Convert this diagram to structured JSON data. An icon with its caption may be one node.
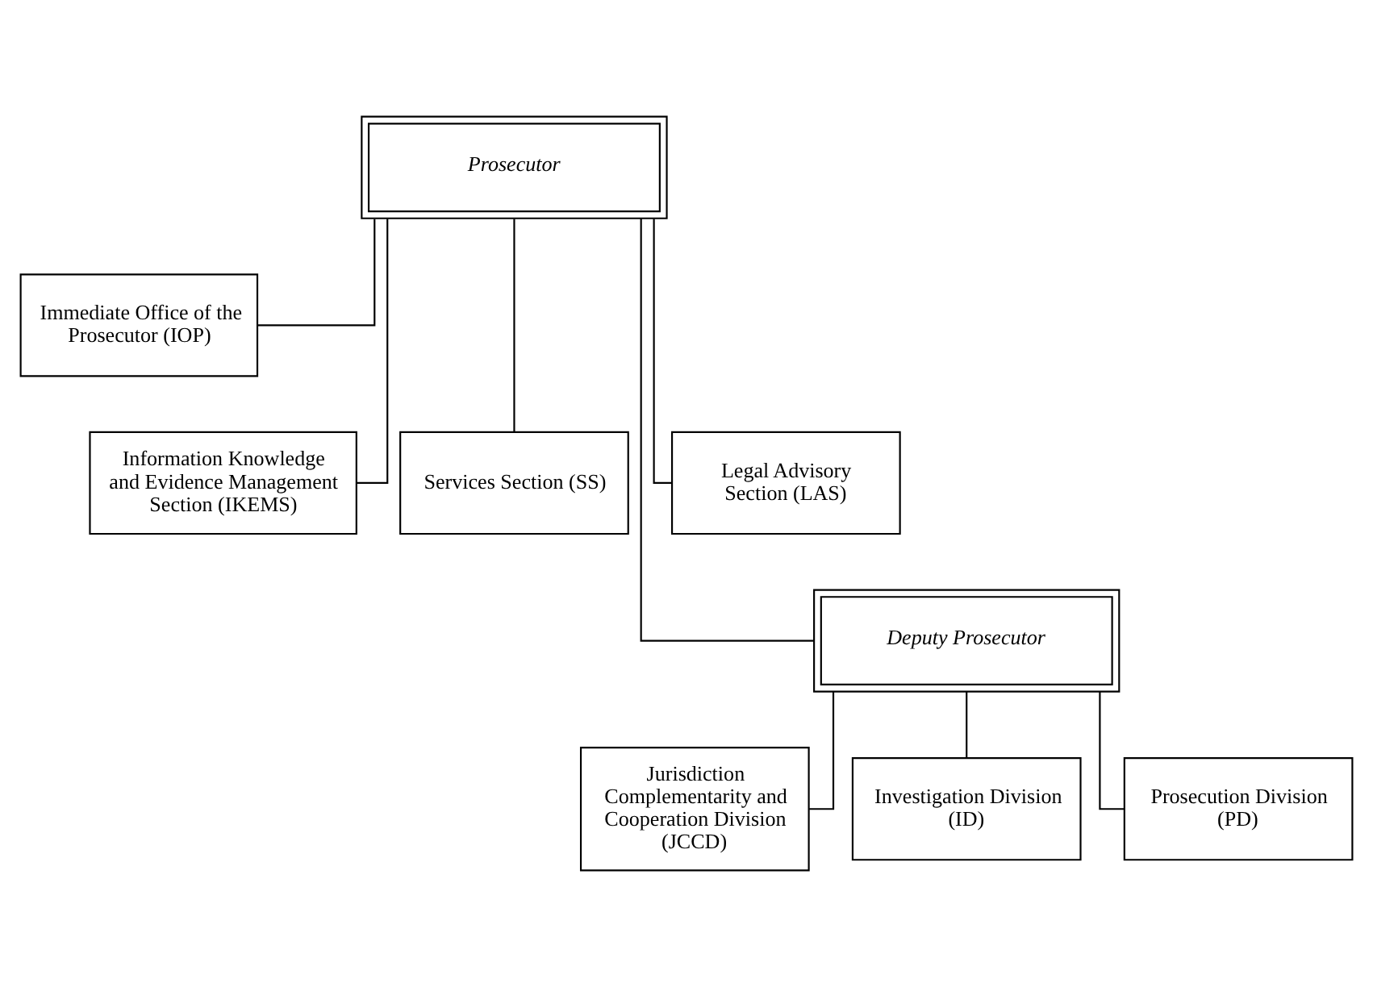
{
  "diagram": {
    "nodes": [
      {
        "text": [
          "Prosecutor"
        ]
      },
      {
        "text": [
          "Immediate Office of the Prosecutor (IOP)"
        ]
      },
      {
        "text": [
          "Information Knowledge and Evidence Management Section (IKEMS)"
        ]
      },
      {
        "text": [
          "Services Section (SS)"
        ]
      },
      {
        "text": [
          "Legal Advisory Section (LAS)"
        ]
      },
      {
        "text": [
          "Deputy Prosecutor"
        ]
      },
      {
        "text": [
          "Jurisdiction Complementarity and Cooperation Division (JCCD)"
        ]
      },
      {
        "text": [
          "Investigation Division (ID)"
        ]
      },
      {
        "text": [
          "Prosecution Division (PD)"
        ]
      }
    ],
    "edges": [
      {
        "from": 0,
        "to": 1,
        "arrow": "none"
      },
      {
        "from": 0,
        "to": 2,
        "arrow": "none"
      },
      {
        "from": 0,
        "to": 3,
        "arrow": "none"
      },
      {
        "from": 0,
        "to": 4,
        "arrow": "none"
      },
      {
        "from": 0,
        "to": 5,
        "arrow": "none"
      },
      {
        "from": 5,
        "to": 6,
        "arrow": "none"
      },
      {
        "from": 5,
        "to": 7,
        "arrow": "none"
      },
      {
        "from": 5,
        "to": 8,
        "arrow": "none"
      }
    ]
  }
}
